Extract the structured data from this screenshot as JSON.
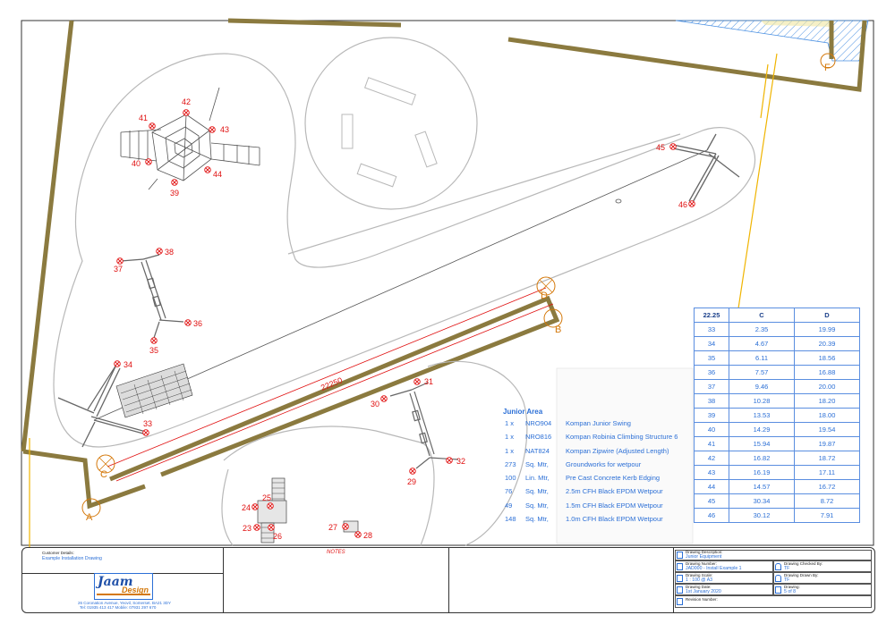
{
  "points": [
    {
      "id": "23"
    },
    {
      "id": "24"
    },
    {
      "id": "25"
    },
    {
      "id": "26"
    },
    {
      "id": "27"
    },
    {
      "id": "28"
    },
    {
      "id": "29"
    },
    {
      "id": "30"
    },
    {
      "id": "31"
    },
    {
      "id": "32"
    },
    {
      "id": "33"
    },
    {
      "id": "34"
    },
    {
      "id": "35"
    },
    {
      "id": "36"
    },
    {
      "id": "37"
    },
    {
      "id": "38"
    },
    {
      "id": "39"
    },
    {
      "id": "40"
    },
    {
      "id": "41"
    },
    {
      "id": "42"
    },
    {
      "id": "43"
    },
    {
      "id": "44"
    },
    {
      "id": "45"
    },
    {
      "id": "46"
    }
  ],
  "refs": [
    "A",
    "B",
    "C",
    "D",
    "F"
  ],
  "dimension": "22250",
  "colors": {
    "boundary": "#8b7a3f",
    "setout": "#e01010",
    "ref": "#d4780a",
    "text_blue": "#2b6fd6",
    "sightline": "#f0b400"
  },
  "equipment": {
    "title": "Junior Area",
    "rows": [
      {
        "qty": "1 x",
        "unit": "NRO904",
        "desc": "Kompan Junior Swing"
      },
      {
        "qty": "1 x",
        "unit": "NRO816",
        "desc": "Kompan Robinia Climbing Structure 6"
      },
      {
        "qty": "1 x",
        "unit": "NAT824",
        "desc": "Kompan Zipwire (Adjusted Length)"
      },
      {
        "qty": "273",
        "unit": "Sq. Mtr,",
        "desc": "Groundworks for wetpour"
      },
      {
        "qty": "100",
        "unit": "Lin. Mtr,",
        "desc": "Pre Cast Concrete Kerb Edging"
      },
      {
        "qty": "76",
        "unit": "Sq. Mtr,",
        "desc": "2.5m CFH Black EPDM Wetpour"
      },
      {
        "qty": "49",
        "unit": "Sq. Mtr,",
        "desc": "1.5m CFH Black EPDM Wetpour"
      },
      {
        "qty": "148",
        "unit": "Sq. Mtr,",
        "desc": "1.0m CFH Black EPDM Wetpour"
      }
    ]
  },
  "coord_table": {
    "headers": [
      "22.25",
      "C",
      "D"
    ],
    "rows": [
      [
        "33",
        "2.35",
        "19.99"
      ],
      [
        "34",
        "4.67",
        "20.39"
      ],
      [
        "35",
        "6.11",
        "18.56"
      ],
      [
        "36",
        "7.57",
        "16.88"
      ],
      [
        "37",
        "9.46",
        "20.00"
      ],
      [
        "38",
        "10.28",
        "18.20"
      ],
      [
        "39",
        "13.53",
        "18.00"
      ],
      [
        "40",
        "14.29",
        "19.54"
      ],
      [
        "41",
        "15.94",
        "19.87"
      ],
      [
        "42",
        "16.82",
        "18.72"
      ],
      [
        "43",
        "16.19",
        "17.11"
      ],
      [
        "44",
        "14.57",
        "16.72"
      ],
      [
        "45",
        "30.34",
        "8.72"
      ],
      [
        "46",
        "30.12",
        "7.91"
      ]
    ]
  },
  "title_block": {
    "customer_label": "Customer Details:",
    "customer": "Example Installation Drawing",
    "notes": "NOTES",
    "logo_main": "Jaam",
    "logo_sub": "Design",
    "address": "26 Coronation Avenue, Yeovil, Somerset. BA21 3DY",
    "phone": "Tel: 01935 413 417        Mobile: 07931 297 670",
    "desc_label": "Drawing Description:",
    "desc": "Junior Equipment",
    "number_label": "Drawing Number:",
    "number": "JAD000 - Install Example 1",
    "scale_label": "Drawing Scale:",
    "scale": "1 : 100 @ A3",
    "date_label": "Drawing Date:",
    "date": "1st January 2020",
    "checked_label": "Drawing Checked By:",
    "checked": "TF",
    "drawn_label": "Drawing Drawn By:",
    "drawn": "TF",
    "sheet_label": "Drawing:",
    "sheet": "5 of 8",
    "revision_label": "Revision Number:"
  }
}
